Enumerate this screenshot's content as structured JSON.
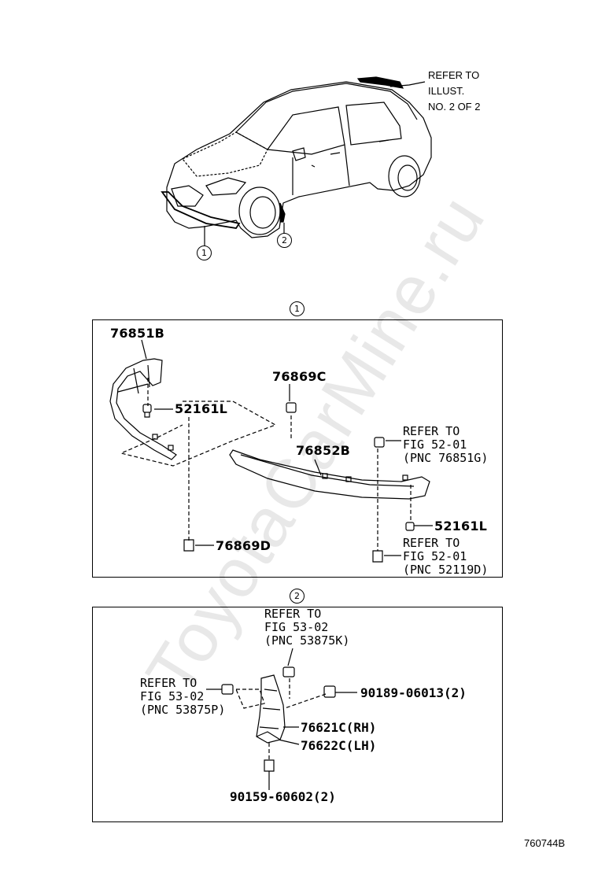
{
  "header": {
    "refer_lines": [
      "REFER TO",
      "ILLUST.",
      "NO. 2 OF 2"
    ],
    "callout_1": "1",
    "callout_2": "2"
  },
  "section1": {
    "marker": "1",
    "parts": {
      "p76851B": "76851B",
      "p52161L_a": "52161L",
      "p76869C": "76869C",
      "p76852B": "76852B",
      "p52161L_b": "52161L",
      "p76869D": "76869D"
    },
    "refer_a": [
      "REFER TO",
      "FIG 52-01",
      "(PNC 76851G)"
    ],
    "refer_b": [
      "REFER TO",
      "FIG 52-01",
      "(PNC 52119D)"
    ]
  },
  "section2": {
    "marker": "2",
    "refer_top": [
      "REFER TO",
      "FIG 53-02",
      "(PNC 53875K)"
    ],
    "refer_left": [
      "REFER TO",
      "FIG 53-02",
      "(PNC 53875P)"
    ],
    "parts": {
      "p90189": "90189-06013(2)",
      "p76621C": "76621C(RH)",
      "p76622C": "76622C(LH)",
      "p90159": "90159-60602(2)"
    }
  },
  "footer": {
    "code": "760744B"
  },
  "watermark": "ToyotaCarMine.ru"
}
